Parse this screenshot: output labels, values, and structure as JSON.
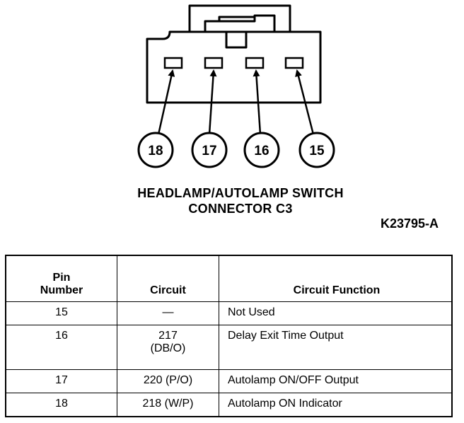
{
  "diagram": {
    "pins": [
      "18",
      "17",
      "16",
      "15"
    ],
    "caption_line1": "HEADLAMP/AUTOLAMP SWITCH",
    "caption_line2": "CONNECTOR C3",
    "ref_code": "K23795-A"
  },
  "table": {
    "headers": {
      "pin_line1": "Pin",
      "pin_line2": "Number",
      "circuit": "Circuit",
      "function": "Circuit Function"
    },
    "rows": [
      {
        "pin": "15",
        "circuit_line1": "—",
        "circuit_line2": "",
        "function": "Not Used"
      },
      {
        "pin": "16",
        "circuit_line1": "217",
        "circuit_line2": "(DB/O)",
        "function": "Delay Exit Time Output"
      },
      {
        "pin": "17",
        "circuit_line1": "220 (P/O)",
        "circuit_line2": "",
        "function": "Autolamp ON/OFF Output"
      },
      {
        "pin": "18",
        "circuit_line1": "218 (W/P)",
        "circuit_line2": "",
        "function": "Autolamp ON Indicator"
      }
    ]
  }
}
